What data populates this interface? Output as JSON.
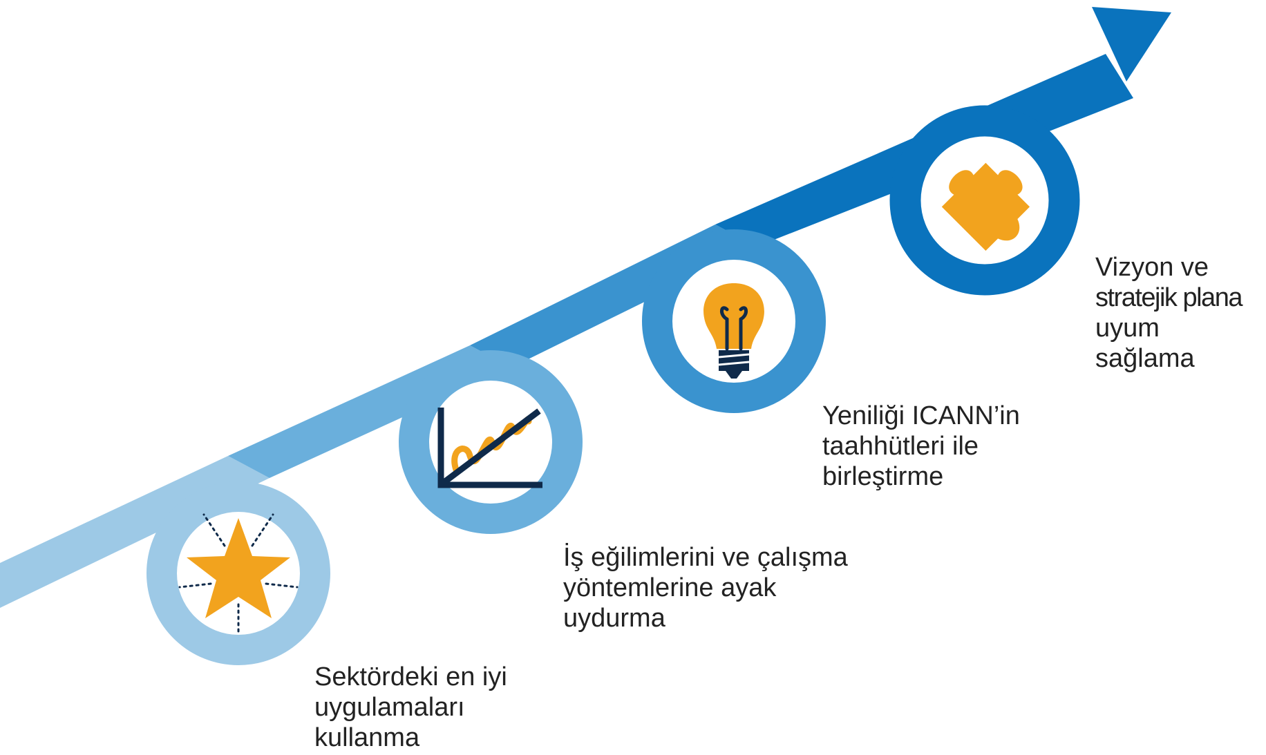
{
  "colors": {
    "step_1": "#9dc9e6",
    "step_2": "#6aafdc",
    "step_3": "#3a93cf",
    "step_4": "#0a73bd",
    "icon_accent": "#f2a31e",
    "icon_dark": "#0f2a4a"
  },
  "steps": [
    {
      "icon": "star-icon",
      "label_lines": [
        "Sektördeki en iyi",
        "uygulamaları",
        "kullanma"
      ]
    },
    {
      "icon": "trend-chart-icon",
      "label_lines": [
        "İş  eğilimlerini ve çalışma",
        "yöntemlerine ayak",
        "uydurma"
      ]
    },
    {
      "icon": "lightbulb-icon",
      "label_lines": [
        "Yeniliği ICANN’in",
        "taahhütleri ile",
        "birleştirme"
      ]
    },
    {
      "icon": "puzzle-piece-icon",
      "label_lines": [
        "Vizyon ve",
        "stratejik plana",
        "uyum",
        "sağlama"
      ]
    }
  ]
}
